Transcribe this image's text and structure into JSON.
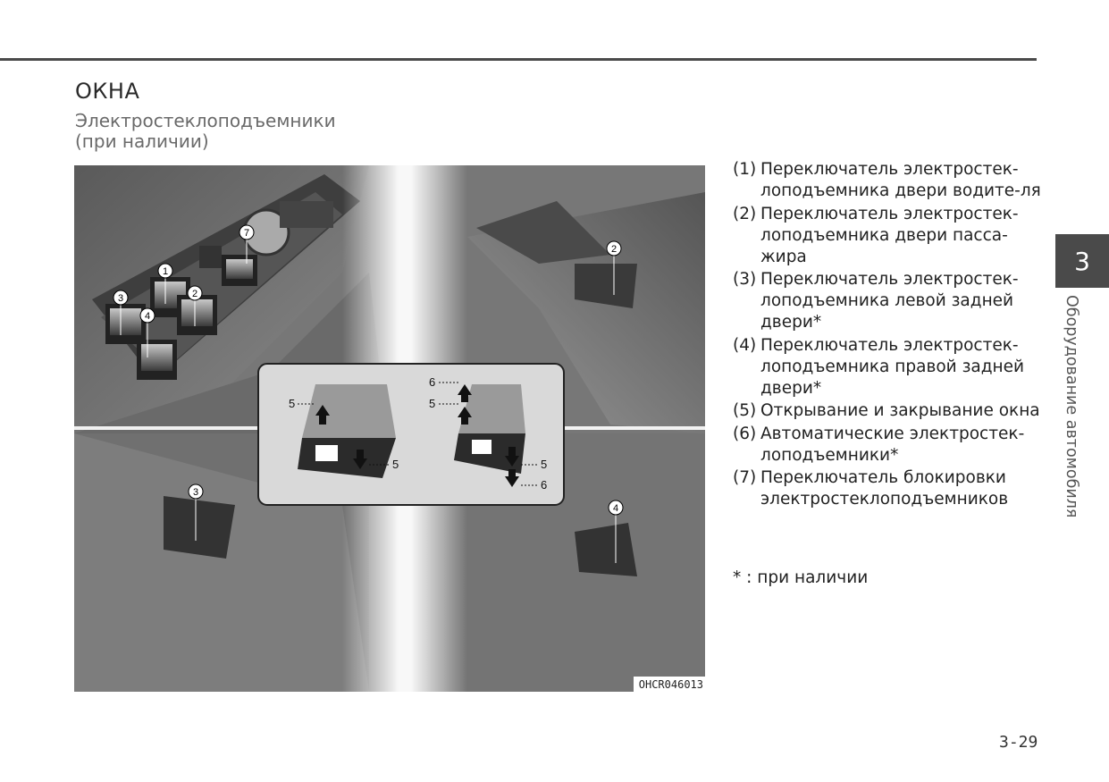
{
  "section_title": "ОКНА",
  "subtitle_line1": "Электростеклоподъемники",
  "subtitle_line2": "(при наличии)",
  "figure": {
    "code": "OHCR046013",
    "callouts": [
      "1",
      "2",
      "3",
      "4",
      "7",
      "2",
      "3",
      "4"
    ],
    "inset_labels": [
      "5",
      "5",
      "6",
      "5",
      "5",
      "6"
    ]
  },
  "items": [
    {
      "num": "(1)",
      "text": "Переключатель электростек-лоподъемника двери водите-ля"
    },
    {
      "num": "(2)",
      "text": "Переключатель электростек-лоподъемника двери пасса-жира"
    },
    {
      "num": "(3)",
      "text": "Переключатель электростек-лоподъемника левой задней двери*"
    },
    {
      "num": "(4)",
      "text": "Переключатель электростек-лоподъемника правой задней двери*"
    },
    {
      "num": "(5)",
      "text": "Открывание и закрывание окна"
    },
    {
      "num": "(6)",
      "text": "Автоматические электростек-лоподъемники*"
    },
    {
      "num": "(7)",
      "text": "Переключатель блокировки электростеклоподъемников"
    }
  ],
  "note": "* : при наличии",
  "chapter_number": "3",
  "chapter_title": "Оборудование автомобиля",
  "page_number": "3-29",
  "colors": {
    "rule": "#4a4a4a",
    "tab": "#4a4a4a",
    "subtitle": "#6a6a6a"
  }
}
